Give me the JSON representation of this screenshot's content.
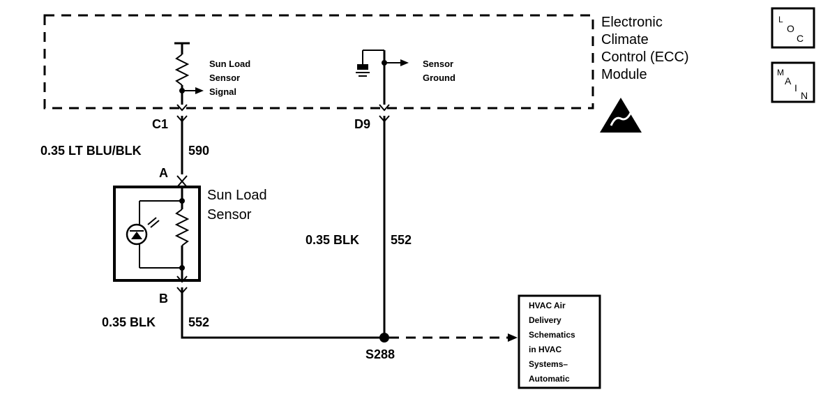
{
  "module": {
    "name_lines": [
      "Electronic",
      "Climate",
      "Control (ECC)",
      "Module"
    ],
    "sun_signal_lines": [
      "Sun Load",
      "Sensor",
      "Signal"
    ],
    "sensor_ground_lines": [
      "Sensor",
      "Ground"
    ]
  },
  "connectors": {
    "c1": "C1",
    "d9": "D9",
    "a": "A",
    "b": "B",
    "splice": "S288"
  },
  "wires": {
    "w590_gauge": "0.35 LT BLU/BLK",
    "w590_circuit": "590",
    "w552_right_gauge": "0.35 BLK",
    "w552_right_circuit": "552",
    "w552_bottom_gauge": "0.35 BLK",
    "w552_bottom_circuit": "552"
  },
  "sensor": {
    "name_lines": [
      "Sun Load",
      "Sensor"
    ]
  },
  "reference_box": {
    "lines": [
      "HVAC Air",
      "Delivery",
      "Schematics",
      "in HVAC",
      "Systems–",
      "Automatic"
    ]
  },
  "nav": {
    "loc": {
      "l1": "L",
      "l2": "O",
      "l3": "C"
    },
    "main": {
      "l1": "M",
      "l2": "A",
      "l3": "I",
      "l4": "N"
    }
  }
}
